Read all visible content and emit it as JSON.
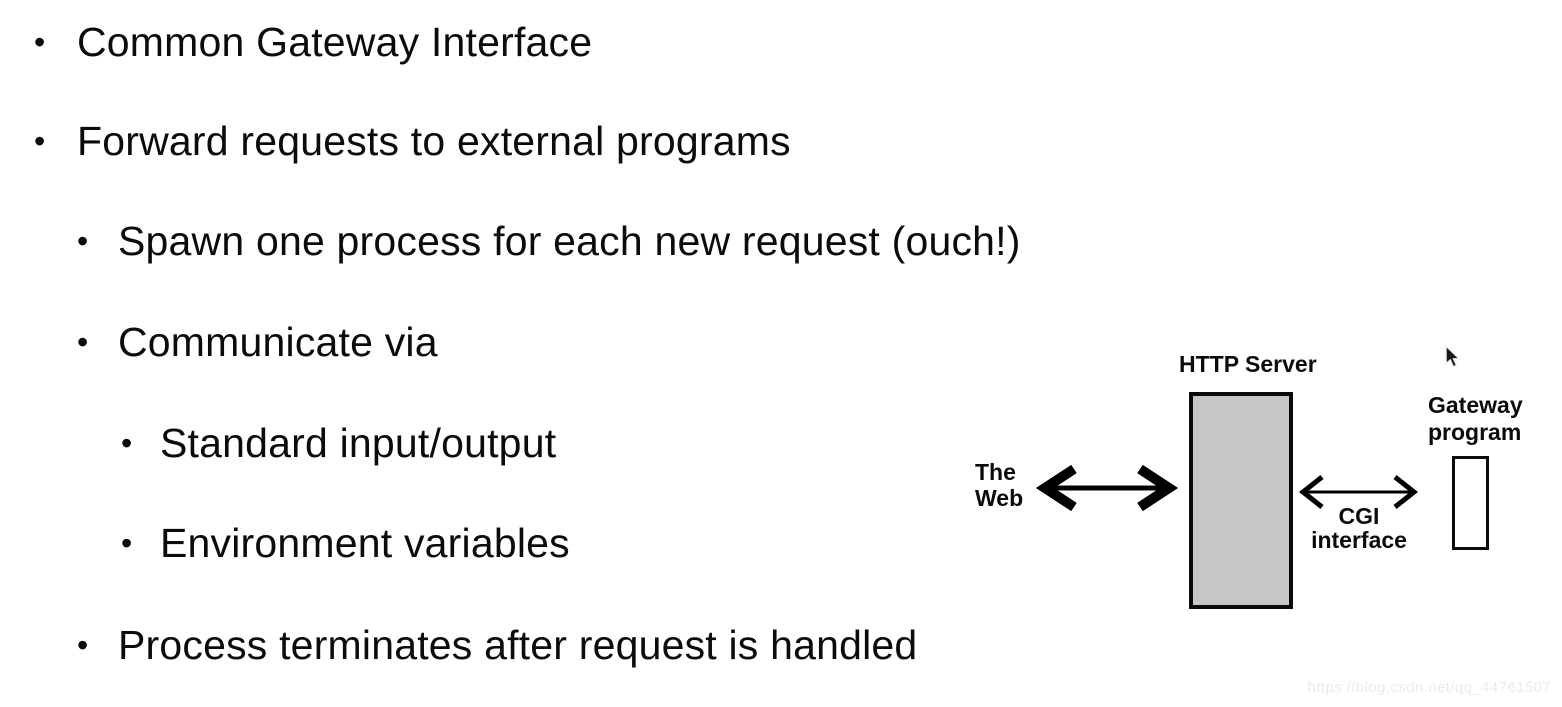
{
  "slide": {
    "bullet_char": "•",
    "bullets": [
      {
        "level": 1,
        "text": "Common Gateway Interface"
      },
      {
        "level": 1,
        "text": "Forward requests to external programs"
      },
      {
        "level": 2,
        "text": "Spawn one process for each new request (ouch!)"
      },
      {
        "level": 2,
        "text": "Communicate via"
      },
      {
        "level": 3,
        "text": "Standard input/output"
      },
      {
        "level": 3,
        "text": "Environment variables"
      },
      {
        "level": 2,
        "text": "Process terminates after request is handled"
      }
    ]
  },
  "diagram": {
    "http_server_label": "HTTP Server",
    "web_label_line1": "The",
    "web_label_line2": "Web",
    "gateway_label_line1": "Gateway",
    "gateway_label_line2": "program",
    "cgi_label_line1": "CGI",
    "cgi_label_line2": "interface",
    "server_box_fill": "#c6c6c6",
    "box_border_color": "#0b0b0b",
    "arrow_color": "#000000",
    "icons": {
      "cursor": "mouse-pointer-icon"
    }
  },
  "watermark": {
    "text": "https://blog.csdn.net/qq_44761507",
    "color": "#ececec"
  }
}
